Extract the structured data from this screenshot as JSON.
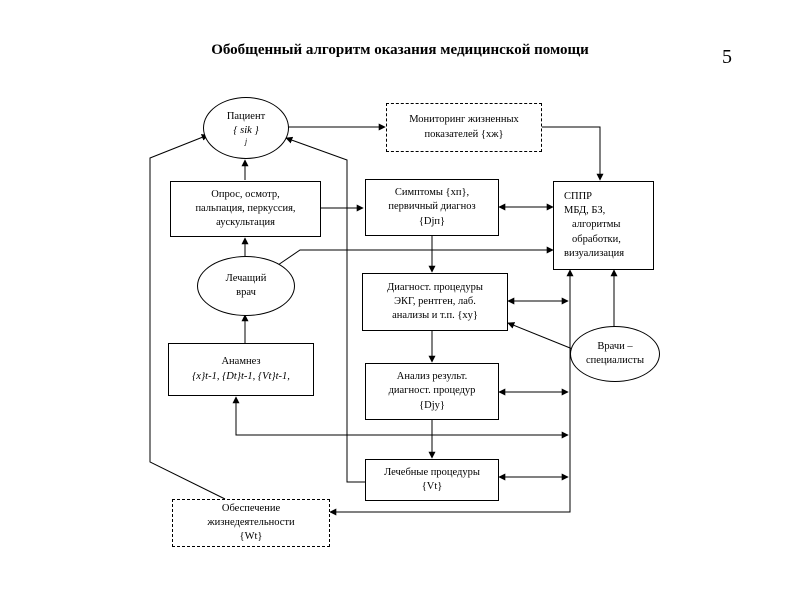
{
  "page": {
    "title": "Обобщенный алгоритм оказания медицинской помощи",
    "number": "5"
  },
  "nodes": {
    "patient": {
      "line1": "Пациент",
      "line2": "{ sik }",
      "line3": "j"
    },
    "monitoring": {
      "line1": "Мониторинг жизненных",
      "line2": "показателей {xж}"
    },
    "survey": {
      "line1": "Опрос, осмотр,",
      "line2": "пальпация, перкуссия,",
      "line3": "аускультация"
    },
    "symptoms": {
      "line1": "Симптомы {xп},",
      "line2": "первичный диагноз",
      "line3": "{Djп}"
    },
    "sppr": {
      "line1": "СППР",
      "line2": "МБД, БЗ,",
      "line3": "алгоритмы",
      "line4": "обработки,",
      "line5": "визуализация"
    },
    "doctor": {
      "line1": "Лечащий",
      "line2": "врач"
    },
    "diag_procedures": {
      "line1": "Диагност. процедуры",
      "line2": "ЭКГ, рентген, лаб.",
      "line3": "анализы и т.п. {xу}"
    },
    "specialists": {
      "line1": "Врачи –",
      "line2": "специалисты"
    },
    "anamnesis": {
      "line1": "Анамнез",
      "line2": "{x}t-1, {Dt}t-1, {Vt}t-1,"
    },
    "analysis": {
      "line1": "Анализ результ.",
      "line2": "диагност. процедур",
      "line3": "{Djу}"
    },
    "treatment": {
      "line1": "Лечебные процедуры",
      "line2": "{Vt}"
    },
    "life_support": {
      "line1": "Обеспечение",
      "line2": "жизнедеятельности",
      "line3": "{Wt}"
    }
  }
}
